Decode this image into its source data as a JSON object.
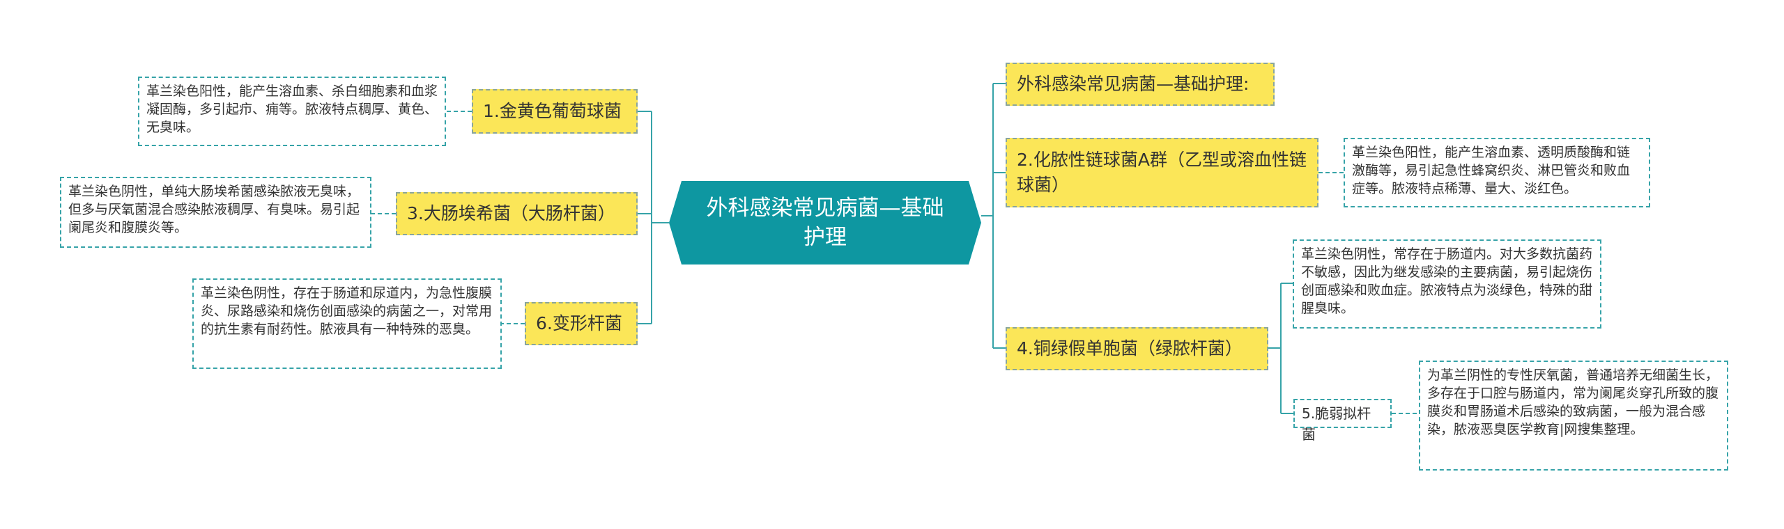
{
  "root": {
    "title": "外科感染常见病菌—基础护理"
  },
  "left": {
    "b1": {
      "label": "1.金黄色葡萄球菌",
      "note": "革兰染色阳性，能产生溶血素、杀白细胞素和血浆凝固酶，多引起疖、痈等。脓液特点稠厚、黄色、无臭味。"
    },
    "b3": {
      "label": "3.大肠埃希菌（大肠杆菌）",
      "note": " 革兰染色阴性，单纯大肠埃希菌感染脓液无臭味，但多与厌氧菌混合感染脓液稠厚、有臭味。易引起阑尾炎和腹膜炎等。"
    },
    "b6": {
      "label": "6.变形杆菌",
      "note": "革兰染色阴性，存在于肠道和尿道内，为急性腹膜炎、尿路感染和烧伤创面感染的病菌之一，对常用的抗生素有耐药性。脓液具有一种特殊的恶臭。"
    }
  },
  "right": {
    "b0": {
      "label": "外科感染常见病菌—基础护理:"
    },
    "b2": {
      "label": "2.化脓性链球菌A群（乙型或溶血性链球菌）",
      "note": " 革兰染色阳性，能产生溶血素、透明质酸酶和链激酶等，易引起急性蜂窝织炎、淋巴管炎和败血症等。脓液特点稀薄、量大、淡红色。"
    },
    "b4": {
      "label": "4.铜绿假单胞菌（绿脓杆菌）",
      "note": " 革兰染色阴性，常存在于肠道内。对大多数抗菌药不敏感，因此为继发感染的主要病菌，易引起烧伤创面感染和败血症。脓液特点为淡绿色，特殊的甜腥臭味。"
    },
    "b5": {
      "label": "5.脆弱拟杆菌",
      "note": "为革兰阴性的专性厌氧菌，普通培养无细菌生长，多存在于口腔与肠道内，常为阑尾炎穿孔所致的腹膜炎和胃肠道术后感染的致病菌，一般为混合感染，脓液恶臭医学教育|网搜集整理。"
    }
  },
  "colors": {
    "root": "#0e97a1",
    "branch": "#fbe658",
    "line": "#36a3a8"
  }
}
